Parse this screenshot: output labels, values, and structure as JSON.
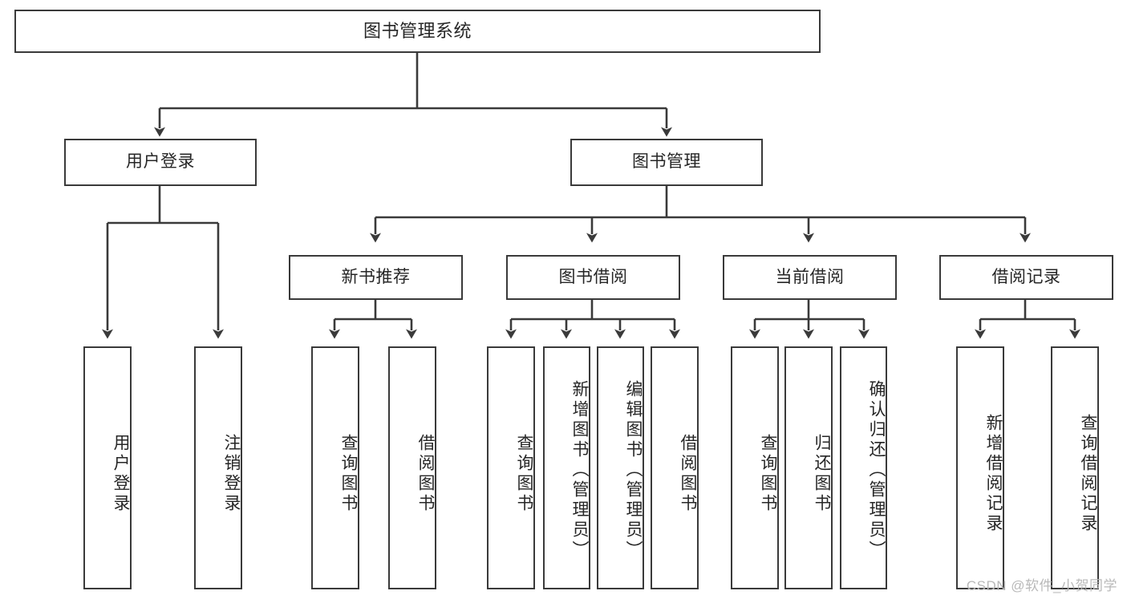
{
  "diagram": {
    "type": "tree",
    "title": "图书管理系统",
    "root": {
      "label": "图书管理系统"
    },
    "level2": [
      {
        "label": "用户登录"
      },
      {
        "label": "图书管理"
      }
    ],
    "level3": [
      {
        "label": "新书推荐",
        "parent": "图书管理"
      },
      {
        "label": "图书借阅",
        "parent": "图书管理"
      },
      {
        "label": "当前借阅",
        "parent": "图书管理"
      },
      {
        "label": "借阅记录",
        "parent": "图书管理"
      }
    ],
    "leaves": [
      {
        "label": "用户登录",
        "parent": "用户登录"
      },
      {
        "label": "注销登录",
        "parent": "用户登录"
      },
      {
        "label": "查询图书",
        "parent": "新书推荐"
      },
      {
        "label": "借阅图书",
        "parent": "新书推荐"
      },
      {
        "label": "查询图书",
        "parent": "图书借阅"
      },
      {
        "label": "新增图书（管理员）",
        "parent": "图书借阅"
      },
      {
        "label": "编辑图书（管理员）",
        "parent": "图书借阅"
      },
      {
        "label": "借阅图书",
        "parent": "图书借阅"
      },
      {
        "label": "查询图书",
        "parent": "当前借阅"
      },
      {
        "label": "归还图书",
        "parent": "当前借阅"
      },
      {
        "label": "确认归还（管理员）",
        "parent": "当前借阅"
      },
      {
        "label": "新增借阅记录",
        "parent": "借阅记录"
      },
      {
        "label": "查询借阅记录",
        "parent": "借阅记录"
      }
    ]
  },
  "watermark": {
    "text": "CSDN @软件_小贺同学"
  },
  "colors": {
    "stroke": "#3a3a3a",
    "text": "#262626",
    "background": "#ffffff",
    "watermark": "#b9b9b9"
  }
}
